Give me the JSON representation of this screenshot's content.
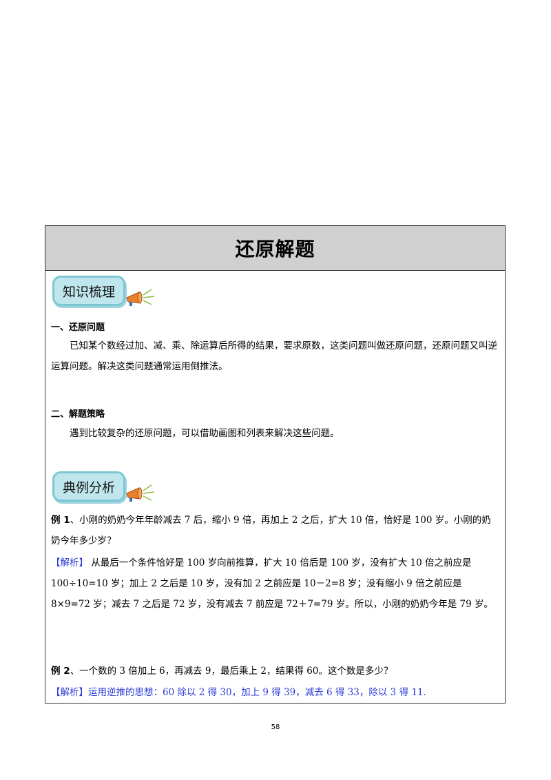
{
  "title": "还原解题",
  "section_badge_1": "知识梳理",
  "section_badge_2": "典例分析",
  "heading_1": "一、还原问题",
  "para_1": "已知某个数经过加、减、乘、除运算后所得的结果，要求原数，这类问题叫做还原问题，还原问题又叫逆运算问题。解决这类问题通常运用倒推法。",
  "heading_2": "二、解题策略",
  "para_2": "遇到比较复杂的还原问题，可以借助画图和列表来解决这些问题。",
  "example_1": {
    "label": "例 1",
    "question": "、小刚的奶奶今年年龄减去 7 后，缩小 9 倍，再加上 2 之后，扩大 10 倍，恰好是 100 岁。小刚的奶奶今年多少岁？",
    "analysis_tag": "【解析】",
    "analysis": " 从最后一个条件恰好是 100 岁向前推算，扩大 10 倍后是 100 岁，没有扩大 10 倍之前应是 100÷10=10 岁；加上 2 之后是 10 岁，没有加 2 之前应是 10－2=8 岁；没有缩小 9 倍之前应是 8×9=72 岁；减去 7 之后是 72 岁，没有减去 7 前应是 72＋7=79 岁。所以，小刚的奶奶今年是 79 岁。"
  },
  "example_2": {
    "label": "例 2",
    "question": "、一个数的 3 倍加上 6，再减去 9，最后乘上 2，结果得 60。这个数是多少？",
    "analysis_tag": "【解析】",
    "analysis": "运用逆推的思想：60 除以 2 得 30，加上 9 得 39，减去 6 得 33，除以 3 得 11."
  },
  "page_number": "58",
  "colors": {
    "title_bg": "#d0d0d0",
    "badge_bg": "#bfe6ec",
    "badge_border": "#7cc7d3",
    "analysis_blue": "#2b3bd6"
  },
  "icons": [
    "megaphone-icon"
  ]
}
